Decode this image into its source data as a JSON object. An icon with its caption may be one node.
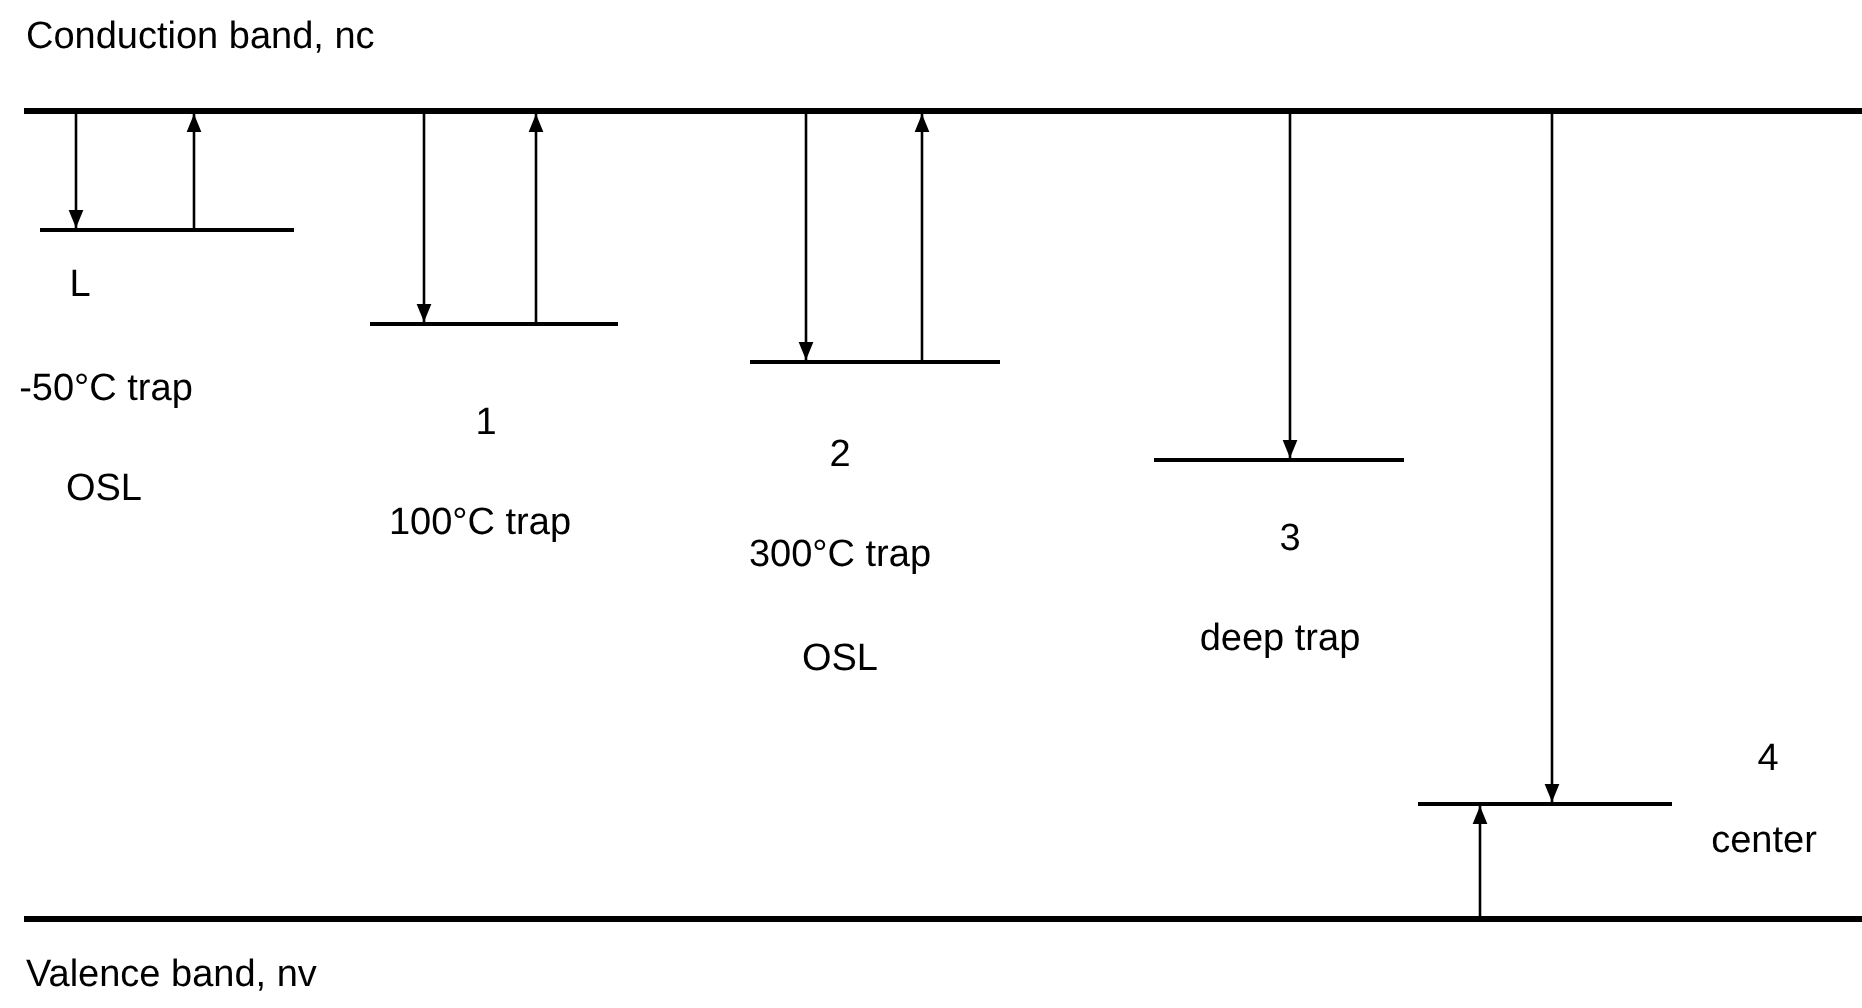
{
  "diagram": {
    "nodes": [
      {
        "text": [
          "Conduction band, nc"
        ]
      },
      {
        "text": [
          "Valence band, nv"
        ]
      },
      {
        "text": [],
        "shape": "bar",
        "beside": [
          "L",
          "-50°C trap",
          "OSL"
        ]
      },
      {
        "text": [],
        "shape": "bar",
        "beside": [
          "1",
          "100°C trap"
        ]
      },
      {
        "text": [],
        "shape": "bar",
        "beside": [
          "2",
          "300°C trap",
          "OSL"
        ]
      },
      {
        "text": [],
        "shape": "bar",
        "beside": [
          "3",
          "deep trap"
        ]
      },
      {
        "text": [],
        "shape": "bar",
        "beside": [
          "4",
          "center"
        ]
      }
    ],
    "edges": [
      {
        "from": 0,
        "to": 2,
        "arrow": "to"
      },
      {
        "from": 2,
        "to": 0,
        "arrow": "to"
      },
      {
        "from": 0,
        "to": 3,
        "arrow": "to"
      },
      {
        "from": 3,
        "to": 0,
        "arrow": "to"
      },
      {
        "from": 0,
        "to": 4,
        "arrow": "to"
      },
      {
        "from": 4,
        "to": 0,
        "arrow": "to"
      },
      {
        "from": 0,
        "to": 5,
        "arrow": "to"
      },
      {
        "from": 0,
        "to": 6,
        "arrow": "to"
      },
      {
        "from": 1,
        "to": 6,
        "arrow": "to"
      }
    ]
  }
}
